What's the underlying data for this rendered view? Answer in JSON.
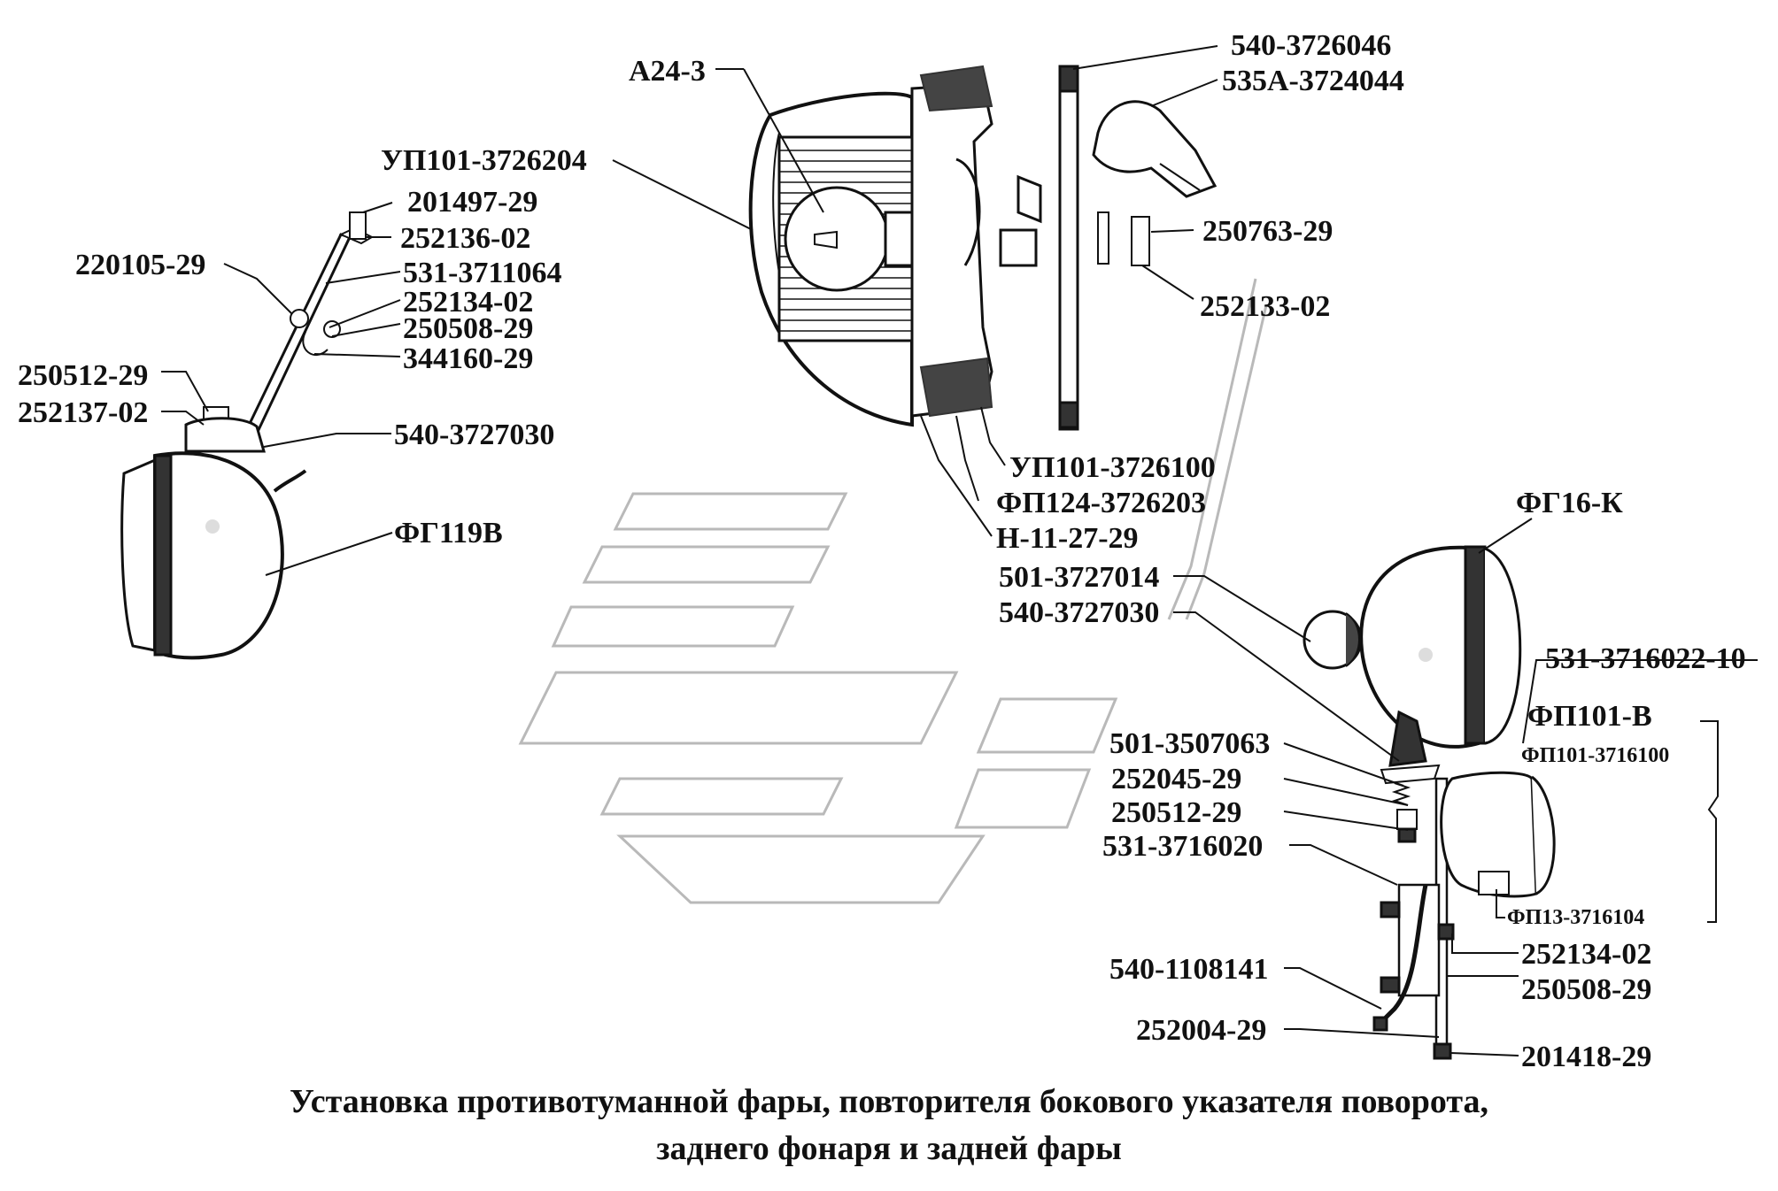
{
  "diagram": {
    "caption_line1": "Установка противотуманной фары, повторителя бокового указателя поворота,",
    "caption_line2": "заднего фонаря и задней фары",
    "labels": {
      "a24_3": "А24-3",
      "up101_3726204": "УП101-3726204",
      "n540_3726046": "540-3726046",
      "n535a_3724044": "535А-3724044",
      "n250763_29": "250763-29",
      "n252133_02": "252133-02",
      "up101_3726100": "УП101-3726100",
      "fp124_3726203": "ФП124-3726203",
      "n11_27_29": "Н-11-27-29",
      "n201497_29": "201497-29",
      "n252136_02": "252136-02",
      "n220105_29": "220105-29",
      "n531_3711064": "531-3711064",
      "n252134_02_left": "252134-02",
      "n250508_29_left": "250508-29",
      "n344160_29": "344160-29",
      "n250512_29_left": "250512-29",
      "n252137_02": "252137-02",
      "n540_3727030_left": "540-3727030",
      "fg119v": "ФГ119В",
      "fg16k": "ФГ16-К",
      "n501_3727014": "501-3727014",
      "n540_3727030_right": "540-3727030",
      "n531_3716022_10": "531-3716022-10",
      "fp101v": "ФП101-В",
      "fp101_3716100": "ФП101-3716100",
      "n501_3507063": "501-3507063",
      "n252045_29": "252045-29",
      "n250512_29_right": "250512-29",
      "n531_3716020": "531-3716020",
      "fp13_3716104": "ФП13-3716104",
      "n252134_02_right": "252134-02",
      "n250508_29_right": "250508-29",
      "n540_1108141": "540-1108141",
      "n252004_29": "252004-29",
      "n201418_29": "201418-29"
    }
  }
}
